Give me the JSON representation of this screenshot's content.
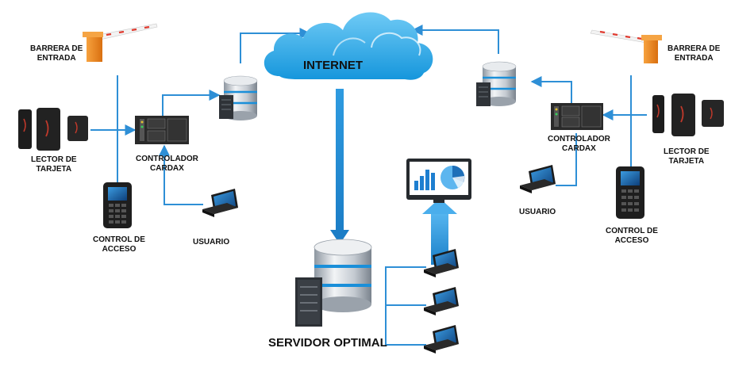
{
  "colors": {
    "connector": "#2e8fd6",
    "cloud": "#1ea1e6",
    "cloud_light": "#5fc2f3",
    "barrier_post": "#f08a1d",
    "device_dark": "#1b1b1b",
    "server_silver": "#c9cfd6"
  },
  "icons": {
    "cloud": "cloud-icon",
    "barrier": "barrier-gate-icon",
    "card_reader": "card-reader-icon",
    "controller": "controller-icon",
    "server": "server-icon",
    "laptop": "laptop-icon",
    "keypad": "access-keypad-icon",
    "monitor": "monitor-chart-icon"
  },
  "labels": {
    "internet": "INTERNET",
    "left_barrier_1": "BARRERA DE",
    "left_barrier_2": "ENTRADA",
    "left_reader_1": "LECTOR DE",
    "left_reader_2": "TARJETA",
    "left_controller_1": "CONTROLADOR",
    "left_controller_2": "CARDAX",
    "left_access_1": "CONTROL DE",
    "left_access_2": "ACCESO",
    "left_user": "USUARIO",
    "right_barrier_1": "BARRERA DE",
    "right_barrier_2": "ENTRADA",
    "right_reader_1": "LECTOR DE",
    "right_reader_2": "TARJETA",
    "right_controller_1": "CONTROLADOR",
    "right_controller_2": "CARDAX",
    "right_access_1": "CONTROL DE",
    "right_access_2": "ACCESO",
    "right_user": "USUARIO",
    "server": "SERVIDOR OPTIMAL"
  }
}
